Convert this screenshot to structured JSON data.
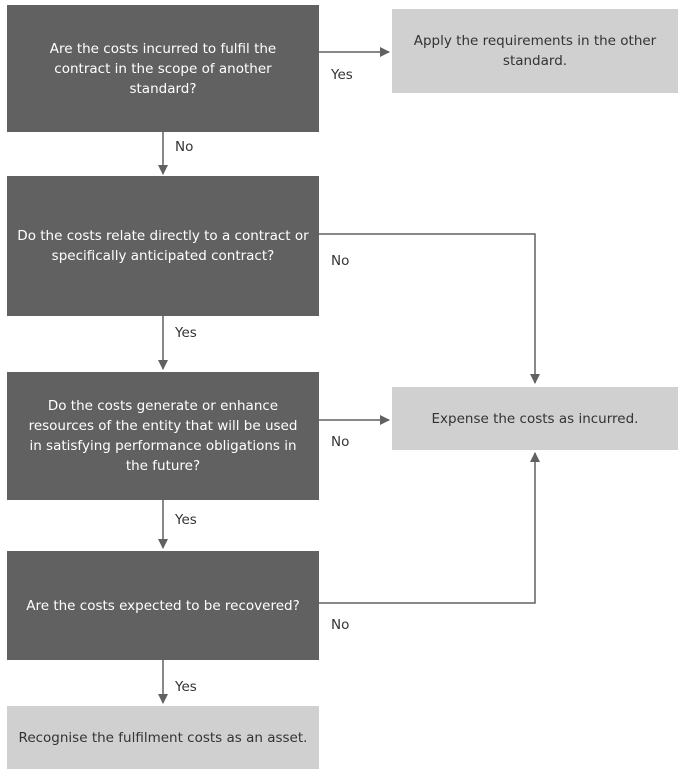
{
  "nodes": {
    "q1": "Are the costs incurred to fulfil the contract in the scope of another standard?",
    "other_standard": "Apply the requirements in the other standard.",
    "q2": "Do the costs relate directly to a contract or specifically anticipated contract?",
    "q3": "Do the costs generate or enhance resources of the entity that will be used in satisfying performance obligations in the future?",
    "expense": "Expense the costs as incurred.",
    "q4": "Are the costs expected to be recovered?",
    "asset": "Recognise the fulfilment costs as an asset."
  },
  "edges": {
    "q1_yes": "Yes",
    "q1_no": "No",
    "q2_no": "No",
    "q2_yes": "Yes",
    "q3_no": "No",
    "q3_yes": "Yes",
    "q4_no": "No",
    "q4_yes": "Yes"
  }
}
